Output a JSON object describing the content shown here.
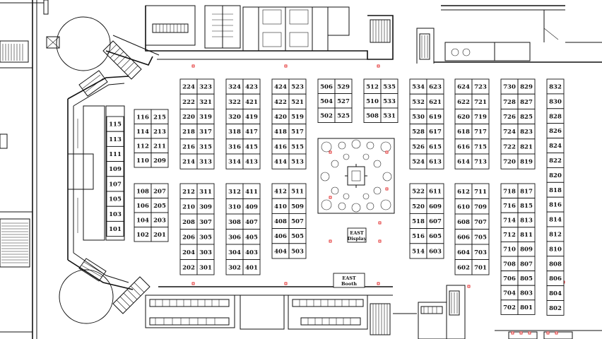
{
  "floor_plan": {
    "areas": [
      {
        "id": "east-display",
        "lines": [
          "EAST",
          "Display"
        ]
      },
      {
        "id": "east-booth",
        "lines": [
          "EAST",
          "Booth"
        ]
      }
    ],
    "booths": {
      "c100": [
        "115",
        "113",
        "111",
        "109",
        "107",
        "105",
        "103",
        "101"
      ],
      "b1": [
        [
          "116",
          "215"
        ],
        [
          "114",
          "213"
        ],
        [
          "112",
          "211"
        ],
        [
          "110",
          "209"
        ]
      ],
      "b2": [
        [
          "108",
          "207"
        ],
        [
          "106",
          "205"
        ],
        [
          "104",
          "203"
        ],
        [
          "102",
          "201"
        ]
      ],
      "b3": [
        [
          "224",
          "323"
        ],
        [
          "222",
          "321"
        ],
        [
          "220",
          "319"
        ],
        [
          "218",
          "317"
        ],
        [
          "216",
          "315"
        ],
        [
          "214",
          "313"
        ]
      ],
      "b4": [
        [
          "212",
          "311"
        ],
        [
          "210",
          "309"
        ],
        [
          "208",
          "307"
        ],
        [
          "206",
          "305"
        ],
        [
          "204",
          "303"
        ],
        [
          "202",
          "301"
        ]
      ],
      "b5": [
        [
          "324",
          "423"
        ],
        [
          "322",
          "421"
        ],
        [
          "320",
          "419"
        ],
        [
          "318",
          "417"
        ],
        [
          "316",
          "415"
        ],
        [
          "314",
          "413"
        ]
      ],
      "b6": [
        [
          "312",
          "411"
        ],
        [
          "310",
          "409"
        ],
        [
          "308",
          "407"
        ],
        [
          "306",
          "405"
        ],
        [
          "304",
          "403"
        ],
        [
          "302",
          "401"
        ]
      ],
      "b7": [
        [
          "424",
          "523"
        ],
        [
          "422",
          "521"
        ],
        [
          "420",
          "519"
        ],
        [
          "418",
          "517"
        ],
        [
          "416",
          "515"
        ],
        [
          "414",
          "513"
        ]
      ],
      "b8": [
        [
          "412",
          "511"
        ],
        [
          "410",
          "509"
        ],
        [
          "408",
          "507"
        ],
        [
          "406",
          "505"
        ],
        [
          "404",
          "503"
        ]
      ],
      "b9": [
        [
          "506",
          "529"
        ],
        [
          "504",
          "527"
        ],
        [
          "502",
          "525"
        ]
      ],
      "b10": [
        [
          "512",
          "535"
        ],
        [
          "510",
          "533"
        ],
        [
          "508",
          "531"
        ]
      ],
      "b11": [
        [
          "534",
          "623"
        ],
        [
          "532",
          "621"
        ],
        [
          "530",
          "619"
        ],
        [
          "528",
          "617"
        ],
        [
          "526",
          "615"
        ],
        [
          "524",
          "613"
        ]
      ],
      "b12": [
        [
          "522",
          "611"
        ],
        [
          "520",
          "609"
        ],
        [
          "518",
          "607"
        ],
        [
          "516",
          "605"
        ],
        [
          "514",
          "603"
        ]
      ],
      "b13": [
        [
          "624",
          "723"
        ],
        [
          "622",
          "721"
        ],
        [
          "620",
          "719"
        ],
        [
          "618",
          "717"
        ],
        [
          "616",
          "715"
        ],
        [
          "614",
          "713"
        ]
      ],
      "b14": [
        [
          "612",
          "711"
        ],
        [
          "610",
          "709"
        ],
        [
          "608",
          "707"
        ],
        [
          "606",
          "705"
        ],
        [
          "604",
          "703"
        ],
        [
          "602",
          "701"
        ]
      ],
      "b15": [
        [
          "730",
          "829"
        ],
        [
          "728",
          "827"
        ],
        [
          "726",
          "825"
        ],
        [
          "724",
          "823"
        ],
        [
          "722",
          "821"
        ],
        [
          "720",
          "819"
        ]
      ],
      "b16": [
        [
          "718",
          "817"
        ],
        [
          "716",
          "815"
        ],
        [
          "714",
          "813"
        ],
        [
          "712",
          "811"
        ],
        [
          "710",
          "809"
        ],
        [
          "708",
          "807"
        ],
        [
          "706",
          "805"
        ],
        [
          "704",
          "803"
        ],
        [
          "702",
          "801"
        ]
      ],
      "c800": [
        "832",
        "830",
        "828",
        "826",
        "824",
        "822",
        "820",
        "818",
        "816",
        "814",
        "812",
        "810",
        "808",
        "806",
        "804",
        "802"
      ]
    }
  }
}
